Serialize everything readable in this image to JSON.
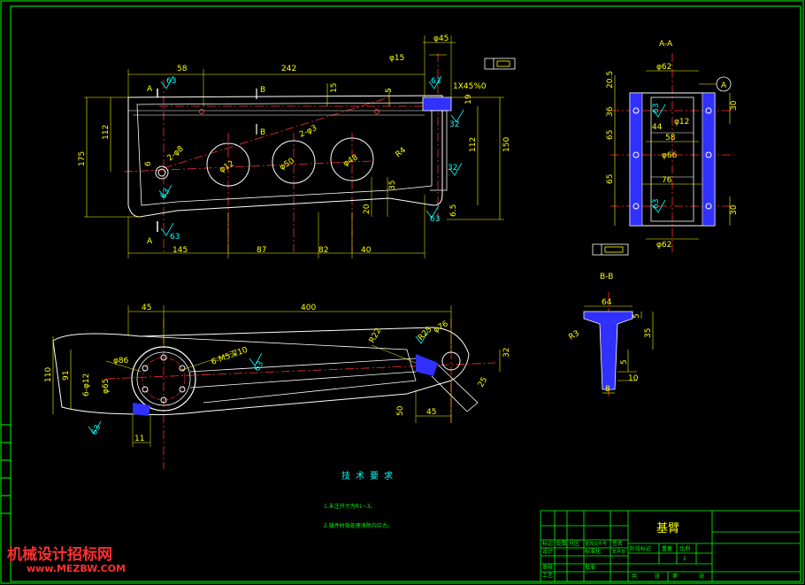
{
  "colors": {
    "background": "#000000",
    "frame": "#00ff00",
    "outline": "#ffffff",
    "dimension": "#ffff00",
    "centerline": "#ff3030",
    "surface": "#00ffff",
    "hatch": "#3030ff",
    "watermark": "#ff3030"
  },
  "title_block": {
    "part_name": "基臂",
    "labels": [
      "标记",
      "处数",
      "分区",
      "更改文件号",
      "签名",
      "年月日",
      "设计",
      "标准化",
      "阶段标记",
      "重量",
      "比例",
      "审核",
      "工艺",
      "批准",
      "共",
      "张",
      "第",
      "张"
    ],
    "scale": "1"
  },
  "views": {
    "section_a": "A-A",
    "section_b": "B-B",
    "cut_a": "A",
    "cut_b": "B",
    "datum": "A"
  },
  "tech": {
    "title": "技术要求",
    "notes": [
      "1.未注尺寸为R1~3。",
      "2.铸件时效处理消除内应力。"
    ]
  },
  "dims": {
    "top_view": [
      "58",
      "242",
      "175",
      "112",
      "150",
      "112",
      "6",
      "15",
      "5",
      "145",
      "87",
      "82",
      "40",
      "20",
      "35",
      "6.5",
      "19",
      "1X45%0",
      "φ45",
      "φ15",
      "φ12",
      "φ50",
      "φ48",
      "2-φ8",
      "2-φ3",
      "R4"
    ],
    "front_view": [
      "45",
      "400",
      "110",
      "91",
      "11",
      "φ65",
      "6-φ12",
      "φ86",
      "6-M5深10",
      "R25",
      "φ76",
      "32",
      "50",
      "45",
      "25",
      "R22"
    ],
    "section_a_view": [
      "20.5",
      "36",
      "65",
      "65",
      "30",
      "30",
      "φ62",
      "φ12",
      "44",
      "58",
      "φ66",
      "76",
      "φ62"
    ],
    "section_b_view": [
      "64",
      "5",
      "35",
      "5",
      "10",
      "8",
      "R3"
    ],
    "roughness": [
      "63",
      "63",
      "63",
      "32",
      "32",
      "63",
      "63",
      "63",
      "63",
      "63",
      "63"
    ]
  },
  "watermark": {
    "line1": "机械设计招标网",
    "line2": "www.MEZBW.COM"
  }
}
